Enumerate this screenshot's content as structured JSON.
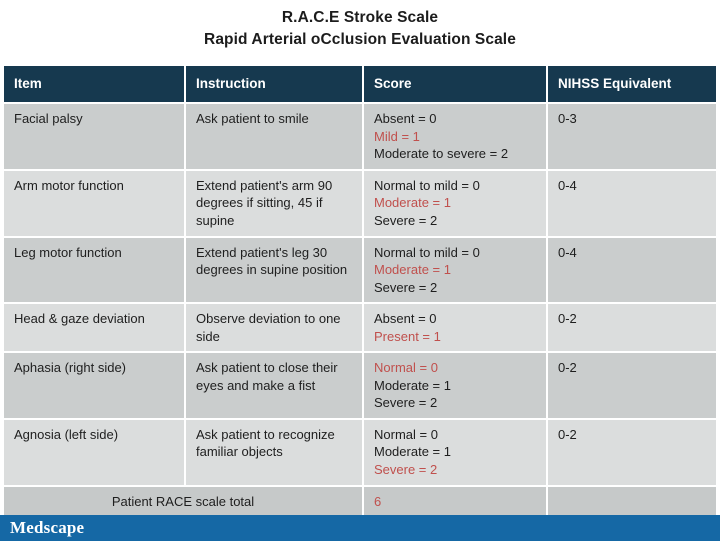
{
  "title": {
    "line1": "R.A.C.E Stroke Scale",
    "line2": "Rapid Arterial oCclusion Evaluation Scale"
  },
  "table": {
    "headers": [
      "Item",
      "Instruction",
      "Score",
      "NIHSS Equivalent"
    ],
    "header_keys": [
      "item",
      "instruction",
      "score",
      "nihss"
    ],
    "rows": [
      {
        "item": "Facial palsy",
        "instruction": "Ask patient to smile",
        "score": [
          {
            "text": "Absent = 0",
            "highlight": false
          },
          {
            "text": "Mild = 1",
            "highlight": true
          },
          {
            "text": "Moderate to severe = 2",
            "highlight": false
          }
        ],
        "nihss": "0-3"
      },
      {
        "item": "Arm motor function",
        "instruction": "Extend patient's arm 90 degrees if sitting, 45 if supine",
        "score": [
          {
            "text": "Normal to mild = 0",
            "highlight": false
          },
          {
            "text": "Moderate = 1",
            "highlight": true
          },
          {
            "text": "Severe = 2",
            "highlight": false
          }
        ],
        "nihss": "0-4"
      },
      {
        "item": "Leg motor function",
        "instruction": "Extend patient's leg 30 degrees in supine position",
        "score": [
          {
            "text": "Normal to mild = 0",
            "highlight": false
          },
          {
            "text": "Moderate = 1",
            "highlight": true
          },
          {
            "text": "Severe = 2",
            "highlight": false
          }
        ],
        "nihss": "0-4"
      },
      {
        "item": "Head & gaze deviation",
        "instruction": "Observe deviation to one side",
        "score": [
          {
            "text": "Absent = 0",
            "highlight": false
          },
          {
            "text": "Present = 1",
            "highlight": true
          }
        ],
        "nihss": "0-2"
      },
      {
        "item": "Aphasia (right side)",
        "instruction": "Ask patient to close their eyes and make a fist",
        "score": [
          {
            "text": "Normal = 0",
            "highlight": true
          },
          {
            "text": "Moderate = 1",
            "highlight": false
          },
          {
            "text": "Severe = 2",
            "highlight": false
          }
        ],
        "nihss": "0-2"
      },
      {
        "item": "Agnosia (left side)",
        "instruction": "Ask patient to recognize familiar objects",
        "score": [
          {
            "text": "Normal = 0",
            "highlight": false
          },
          {
            "text": "Moderate = 1",
            "highlight": false
          },
          {
            "text": "Severe = 2",
            "highlight": true
          }
        ],
        "nihss": "0-2"
      }
    ],
    "total_row": {
      "label": "Patient RACE scale total",
      "score": "6",
      "score_highlight": true,
      "nihss": ""
    }
  },
  "footer": {
    "brand": "Medscape"
  },
  "colors": {
    "header_bg": "#16394F",
    "row_dark": "#CACDCD",
    "row_light": "#DBDDDD",
    "total_row_bg": "#C6C9C9",
    "highlight_red": "#C0504D",
    "footer_blue": "#1568A5",
    "header_text": "#FFFFFF",
    "body_text": "#1E1E1E"
  }
}
